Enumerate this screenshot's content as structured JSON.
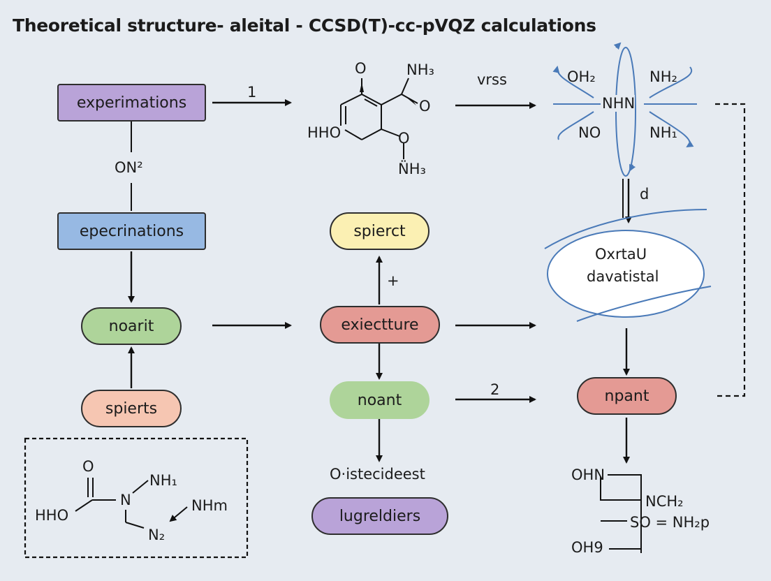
{
  "title": "Theoretical structure- aleital  -  CCSD(T)-cc-pVQZ calculations",
  "nodes": {
    "experimations": "experimations",
    "epecrinations": "epecrinations",
    "noarit": "noarit",
    "spierts": "spierts",
    "spierct": "spierct",
    "exiectture": "exiectture",
    "noant": "noant",
    "lugreldiers": "lugreldiers",
    "oxrtau_line1": "OxrtaU",
    "oxrtau_line2": "davatistal",
    "npant": "npant"
  },
  "labels": {
    "arrow_1": "1",
    "arrow_2": "2",
    "vrss": "vrss",
    "on2": "ON²",
    "plus": "+",
    "d": "d",
    "oistecideest": "O·istecideest"
  },
  "molecule_top": {
    "o_top": "O",
    "nh3_top": "NH₃",
    "o_right": "O",
    "hho": "HHO",
    "o_bottom": "O",
    "nh3_bottom": "N̈H₃"
  },
  "molecule_star": {
    "oh2": "OH₂",
    "nh2": "NH₂",
    "center": "NHN",
    "no": "NO",
    "nh1": "NH₁"
  },
  "molecule_box": {
    "o": "O",
    "nh1": "NH₁",
    "hho": "HHO",
    "n": "N",
    "nhm": "NHm",
    "n2": "N₂"
  },
  "molecule_bottom_right": {
    "ohn": "OHN",
    "nch2": "NCH₂",
    "so": "SO = NH₂p",
    "oh9": "OH9"
  },
  "colors": {
    "background": "#e6ebf1",
    "purple": "#b9a3d8",
    "blue": "#97b9e3",
    "green": "#aed49a",
    "peach": "#f6c6b2",
    "yellow": "#fbf0b3",
    "red": "#e49a94",
    "ellipse_stroke": "#4a7ab8"
  }
}
